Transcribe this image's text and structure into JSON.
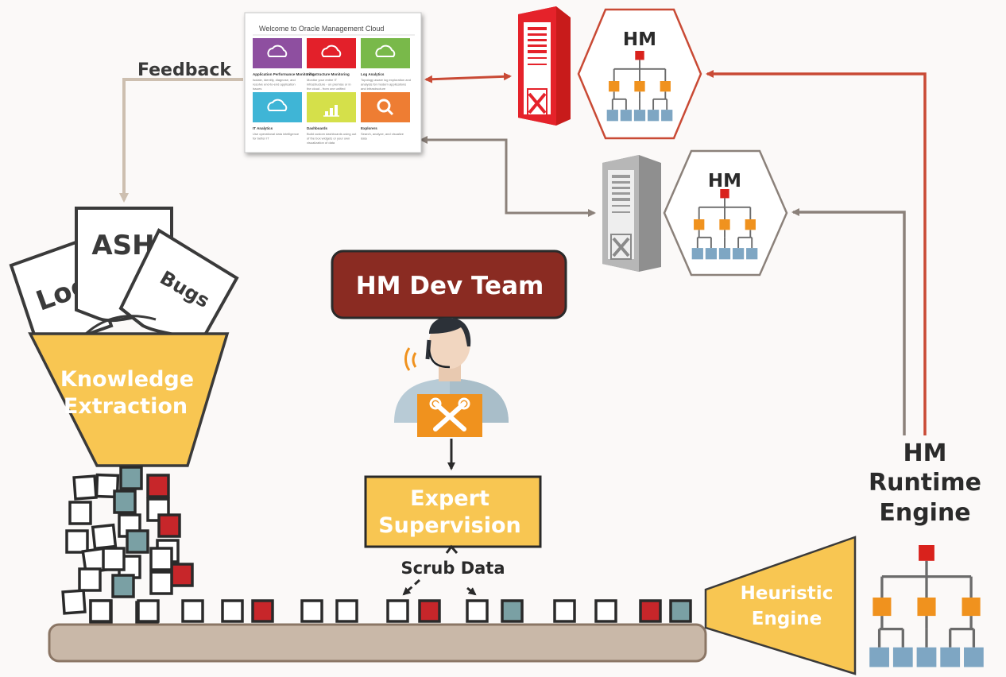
{
  "colors": {
    "red": "#d9221c",
    "dark_red": "#8a2b22",
    "gold": "#f8c652",
    "gold_stroke": "#3a3a3a",
    "orange": "#f0921e",
    "steel": "#7ea6c3",
    "teal": "#7aa0a4",
    "brown_box": "#c7262a",
    "gray_server": "#a9a9a9",
    "belt": "#c9b8a8",
    "belt_border": "#8b7665",
    "arrow_red": "#c94a35",
    "arrow_gray": "#8b817a",
    "arrow_beige": "#cdbfb0"
  },
  "labels": {
    "feedback": "Feedback",
    "doc_log": "Log",
    "doc_ash": "ASH",
    "doc_bugs": "Bugs",
    "knowledge_line1": "Knowledge",
    "knowledge_line2": "Extraction",
    "dev_team": "HM Dev Team",
    "expert_line1": "Expert",
    "expert_line2": "Supervision",
    "scrub_data": "Scrub Data",
    "heuristic_line1": "Heuristic",
    "heuristic_line2": "Engine",
    "runtime_line1": "HM",
    "runtime_line2": "Runtime",
    "runtime_line3": "Engine",
    "hm_top": "HM",
    "hm_mid": "HM"
  },
  "dashboard": {
    "title": "Welcome to Oracle Management Cloud",
    "tiles": [
      {
        "heading": "Application Performance Monitoring",
        "text": "Isolate, identify, diagnose, and resolve end-to-end application issues",
        "icon": "cloud-gauge-icon",
        "color": "#8e4fa0"
      },
      {
        "heading": "Infrastructure Monitoring",
        "text": "Monitor your entire IT infrastructure - on premise or in the cloud - from one unified platform",
        "icon": "cloud-server-icon",
        "color": "#e3202a"
      },
      {
        "heading": "Log Analytics",
        "text": "Topology aware log exploration and analysis for modern applications and infrastructure",
        "icon": "cloud-log-icon",
        "color": "#79b94a"
      },
      {
        "heading": "IT Analytics",
        "text": "Use operational data intelligence for better IT",
        "icon": "cloud-analytics-icon",
        "color": "#3fb5d6"
      },
      {
        "heading": "Dashboards",
        "text": "Build custom dashboards using out of the box widgets or your own visualization of data",
        "icon": "bar-chart-icon",
        "color": "#d5e04a"
      },
      {
        "heading": "Explorers",
        "text": "Search, analyze, and visualize data",
        "icon": "magnifier-icon",
        "color": "#ee7d33"
      }
    ]
  },
  "belt_squares": [
    "white",
    "white",
    "white",
    "red",
    "white",
    "white",
    "white",
    "red",
    "white",
    "teal",
    "white",
    "white",
    "red",
    "teal"
  ],
  "pile_squares": [
    {
      "fill": "white"
    },
    {
      "fill": "white"
    },
    {
      "fill": "teal"
    },
    {
      "fill": "red"
    },
    {
      "fill": "white"
    },
    {
      "fill": "teal"
    },
    {
      "fill": "white"
    },
    {
      "fill": "white"
    },
    {
      "fill": "white"
    },
    {
      "fill": "white"
    },
    {
      "fill": "red"
    },
    {
      "fill": "white"
    },
    {
      "fill": "teal"
    },
    {
      "fill": "white"
    },
    {
      "fill": "white"
    },
    {
      "fill": "white"
    },
    {
      "fill": "white"
    },
    {
      "fill": "red"
    },
    {
      "fill": "white"
    },
    {
      "fill": "teal"
    },
    {
      "fill": "white"
    },
    {
      "fill": "white"
    },
    {
      "fill": "white"
    },
    {
      "fill": "white"
    }
  ]
}
